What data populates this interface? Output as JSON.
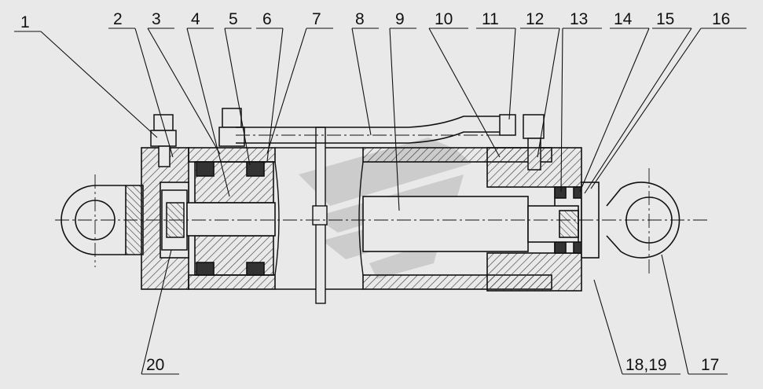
{
  "callouts": [
    "1",
    "2",
    "3",
    "4",
    "5",
    "6",
    "7",
    "8",
    "9",
    "10",
    "11",
    "12",
    "13",
    "14",
    "15",
    "16",
    "17",
    "18,19",
    "20"
  ],
  "colors": {
    "background": "#e9e9e9",
    "ink": "#111111",
    "hatch": "#333333",
    "watermark": "#c8c8c8"
  }
}
